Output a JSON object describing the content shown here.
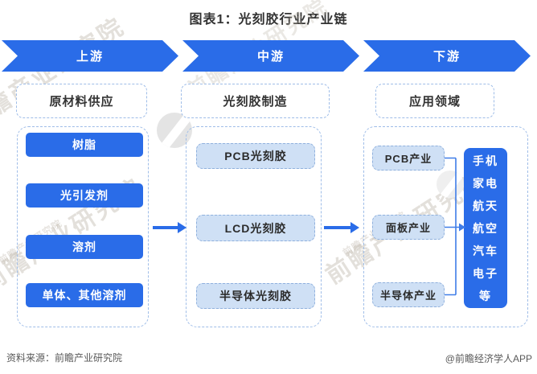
{
  "title": "图表1：光刻胶行业产业链",
  "banner": {
    "segments": [
      {
        "label": "上游"
      },
      {
        "label": "中游"
      },
      {
        "label": "下游"
      }
    ]
  },
  "columns": {
    "upstream": {
      "header": "原材料供应",
      "items": [
        "树脂",
        "光引发剂",
        "溶剂",
        "单体、其他溶剂"
      ]
    },
    "midstream": {
      "header": "光刻胶制造",
      "items": [
        "PCB光刻胶",
        "LCD光刻胶",
        "半导体光刻胶"
      ]
    },
    "downstream": {
      "header": "应用领域",
      "items": [
        "PCB产业",
        "面板产业",
        "半导体产业"
      ],
      "end_market": {
        "lines": [
          "手机",
          "家电",
          "航天",
          "航空",
          "汽车",
          "电子",
          "等"
        ]
      }
    }
  },
  "footer": {
    "source": "资料来源：前瞻产业研究院",
    "credit": "@前瞻经济学人APP"
  },
  "watermark": {
    "text": "前瞻产业研究院",
    "logo": "forward-intelligence-logo"
  },
  "colors": {
    "accent_blue": "#2a6ce8",
    "light_blue_fill": "#cfe0f5",
    "container_dash": "#9fbde8",
    "item_dash": "#8fb0dd",
    "title_text": "#333333",
    "footer_text": "#595959",
    "watermark_gray": "#bab2a5"
  }
}
